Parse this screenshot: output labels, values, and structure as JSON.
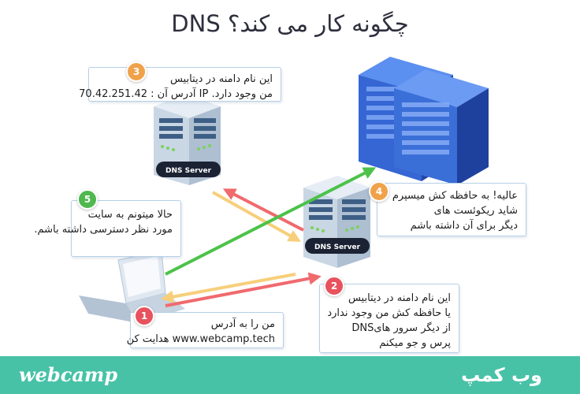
{
  "title": "DNS چگونه کار می کند؟",
  "servers": {
    "label": "DNS Server"
  },
  "steps": [
    {
      "num": "1",
      "color": "#e8525e",
      "lines": [
        "من را به آدرس",
        "www.webcamp.tech هدایت کن"
      ]
    },
    {
      "num": "2",
      "color": "#e8525e",
      "lines": [
        "این نام دامنه در دیتابیس",
        "یا حافظه کش من وجود ندارد",
        "از دیگر سرور هایDNS",
        "پرس و جو میکنم"
      ]
    },
    {
      "num": "3",
      "color": "#f0a24a",
      "lines": [
        "این نام دامنه در دیتابیس",
        "من وجود دارد. IP آدرس آن : 70.42.251.42"
      ]
    },
    {
      "num": "4",
      "color": "#f0a24a",
      "lines": [
        "عالیه! به حافظه کش میسپرم",
        "شاید ریکوئست های",
        "دیگر برای آن داشته باشم"
      ]
    },
    {
      "num": "5",
      "color": "#4fb84e",
      "lines": [
        "حالا میتونم به سایت",
        "مورد نظر دسترسی داشته باشم."
      ]
    }
  ],
  "arrow_colors": {
    "request": "#f06a6e",
    "response": "#f7cf7a",
    "final": "#4cc24a"
  },
  "footer": {
    "brand_en": "webcamp",
    "brand_fa": "وب کمپ",
    "color": "#48c2a7"
  }
}
